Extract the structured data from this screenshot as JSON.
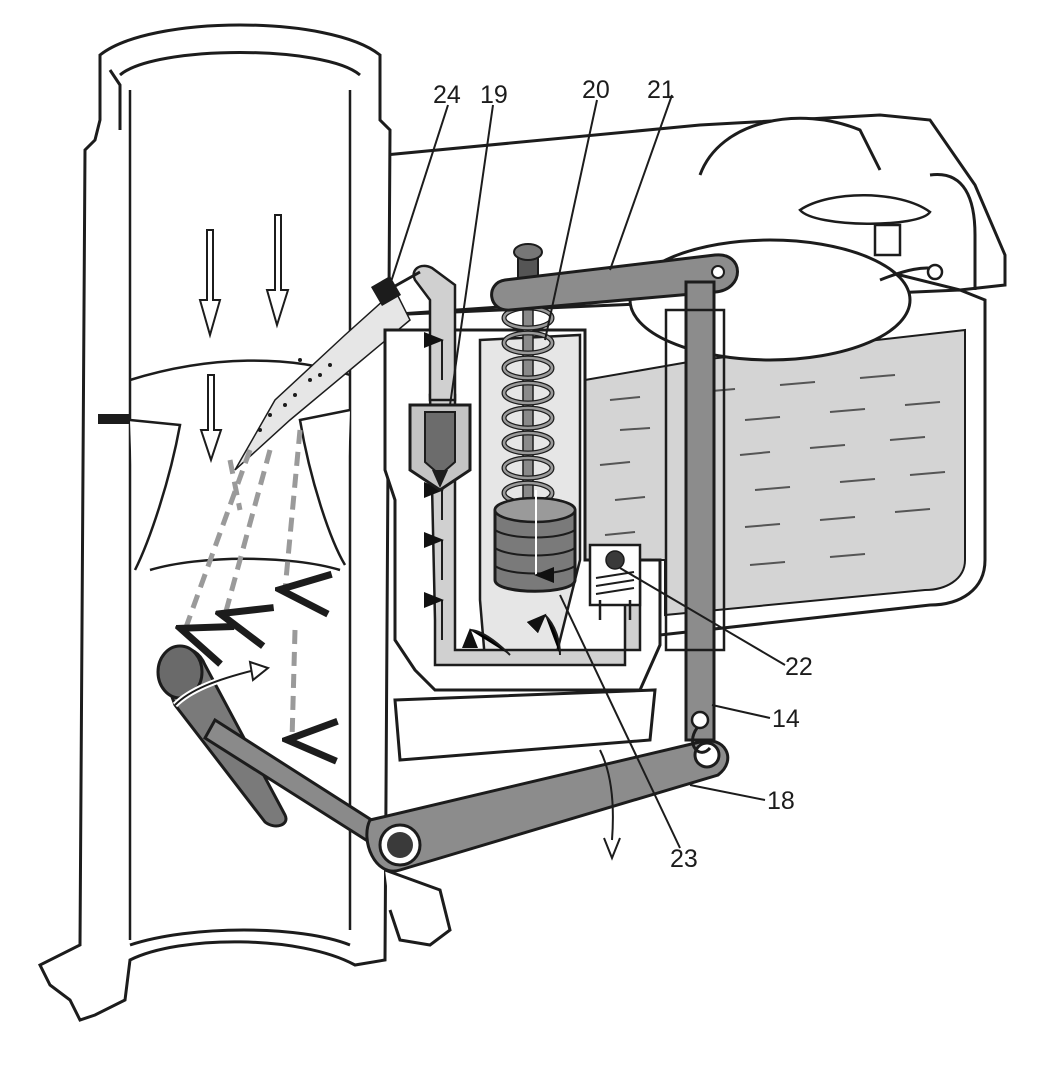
{
  "labels": {
    "l24": "24",
    "l19": "19",
    "l20": "20",
    "l21": "21",
    "l22": "22",
    "l14": "14",
    "l18": "18",
    "l23": "23"
  },
  "colors": {
    "ink": "#1c1c1c",
    "paper": "#ffffff",
    "metal": "#8a8a8a",
    "metal_light": "#b8b8b8",
    "fuel": "#cfcfcf",
    "cavity": "#e2e2e2"
  }
}
